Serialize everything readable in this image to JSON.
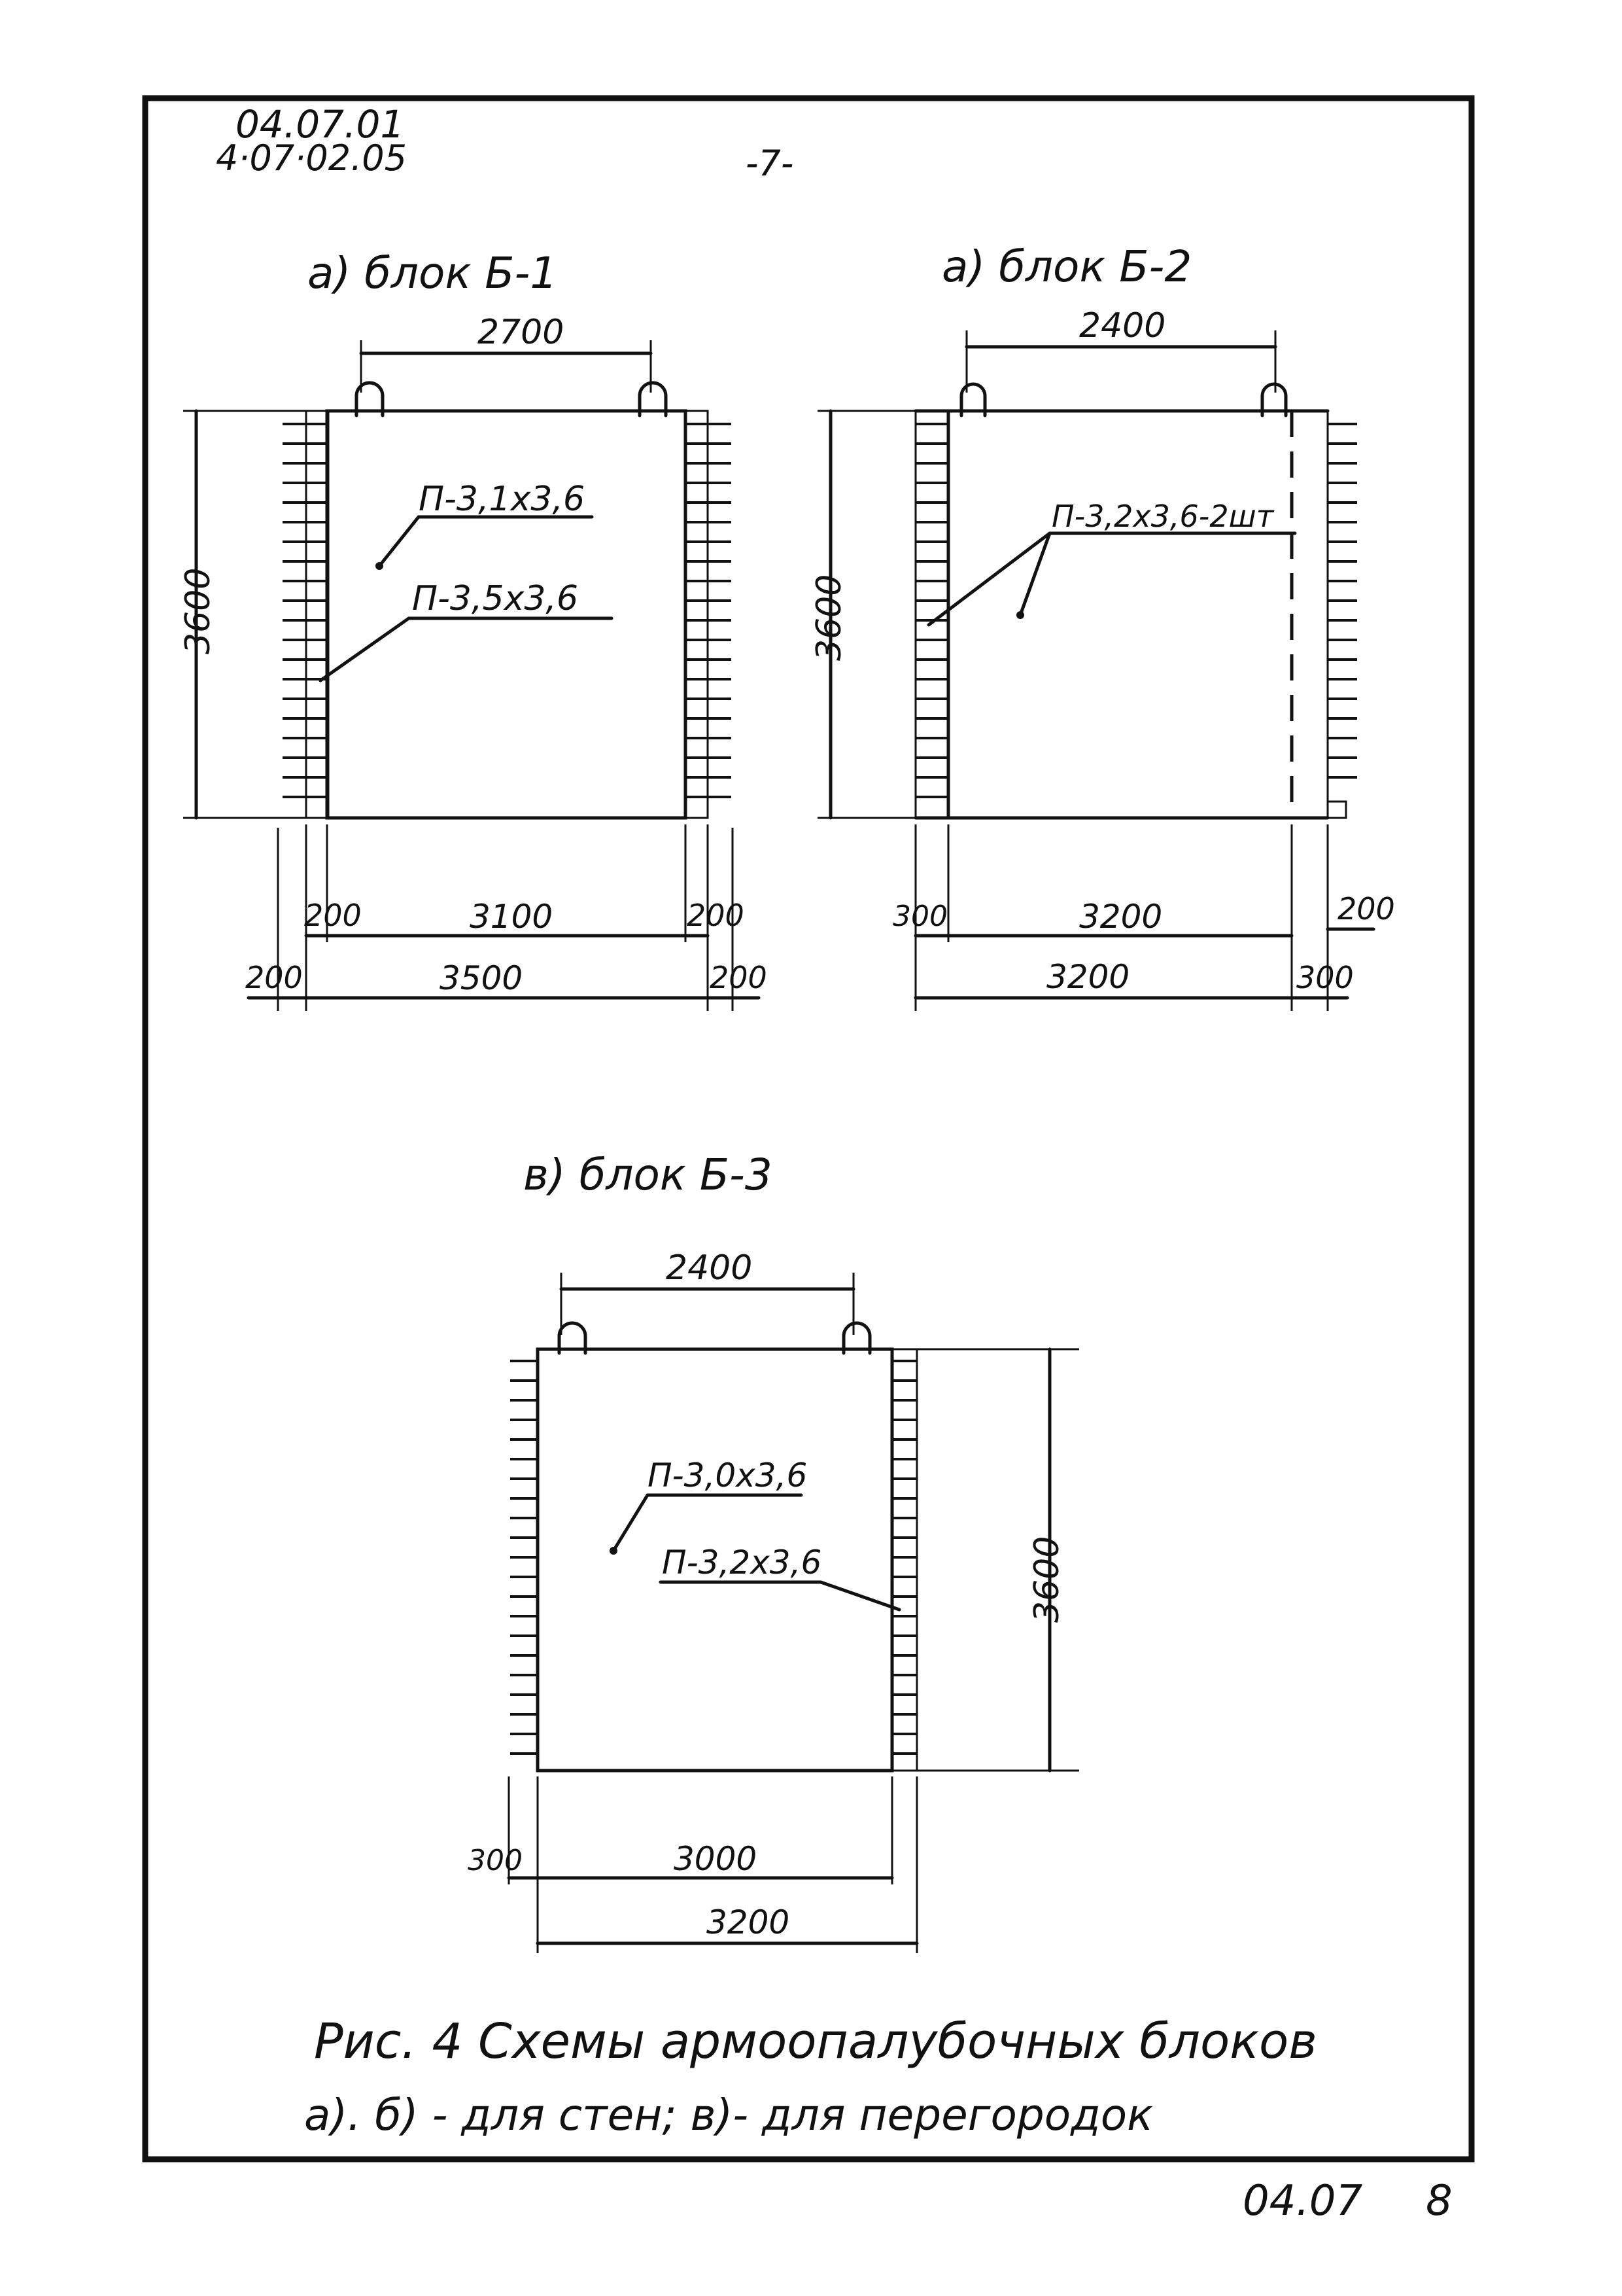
{
  "header": {
    "code_line1": "04.07.01",
    "code_line2": "4·07·02.05",
    "page_marker": "-7-"
  },
  "blocks": {
    "b1": {
      "title": "а) блок Б-1",
      "top_dim": "2700",
      "height_dim": "3600",
      "panel_label": "П-3,1x3,6",
      "side_label": "П-3,5x3,6",
      "dims_row1": [
        "200",
        "3100",
        "200"
      ],
      "dims_row2": [
        "200",
        "3500",
        "200"
      ]
    },
    "b2": {
      "title": "а) блок Б-2",
      "top_dim": "2400",
      "height_dim": "3600",
      "panel_label": "П-3,2x3,6-2шт",
      "dims_row1": [
        "300",
        "3200",
        "200"
      ],
      "dims_row2": [
        "3200",
        "300"
      ]
    },
    "b3": {
      "title": "в) блок Б-3",
      "top_dim": "2400",
      "height_dim": "3600",
      "panel_label": "П-3,0x3,6",
      "side_label": "П-3,2x3,6",
      "dims_row1": [
        "300",
        "3000"
      ],
      "dims_row2": [
        "3200"
      ]
    }
  },
  "caption": {
    "line1": "Рис. 4  Схемы армоопалубочных блоков",
    "line2": "а). б) - для стен;   в)- для перегородок"
  },
  "footer": {
    "code": "04.07",
    "page": "8"
  }
}
